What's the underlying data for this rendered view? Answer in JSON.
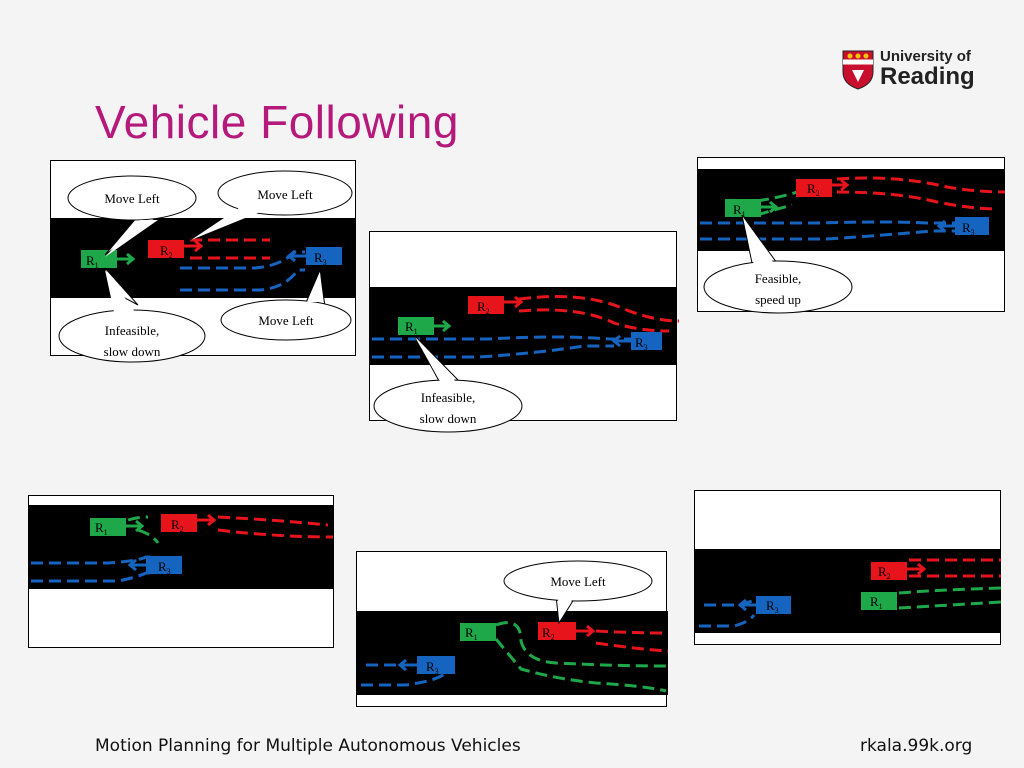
{
  "slide": {
    "title": "Vehicle Following",
    "footer_left": "Motion Planning  for Multiple Autonomous Vehicles",
    "footer_right": "rkala.99k.org"
  },
  "logo": {
    "line1": "University of",
    "line2": "Reading"
  },
  "colors": {
    "title": "#b5197b",
    "r1": "#1fa84a",
    "r2": "#e8141b",
    "r3": "#1565c0",
    "road": "#000000"
  },
  "vehicles": {
    "r1": "R",
    "r2": "R",
    "r3": "R",
    "sub1": "1",
    "sub2": "2",
    "sub3": "3"
  },
  "bubbles": {
    "move_left": "Move Left",
    "infeasible_l1": "Infeasible,",
    "slow_down": "slow down",
    "feasible_l1": "Feasible,",
    "speed_up": "speed up"
  }
}
